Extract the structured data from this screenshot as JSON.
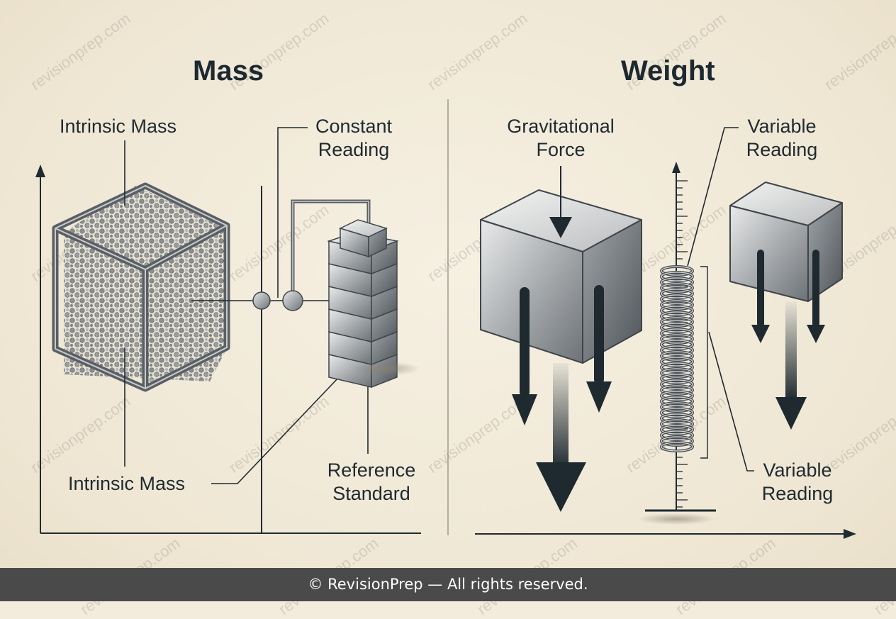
{
  "mass_panel": {
    "title": "Mass",
    "label_intrinsic_top": "Intrinsic Mass",
    "label_constant": [
      "Constant",
      "Reading"
    ],
    "label_intrinsic_bottom": "Intrinsic Mass",
    "label_reference": [
      "Reference",
      "Standard"
    ]
  },
  "weight_panel": {
    "title": "Weight",
    "label_gravitational": [
      "Gravitational",
      "Force"
    ],
    "label_variable_top": [
      "Variable",
      "Reading"
    ],
    "label_variable_bottom": [
      "Variable",
      "Reading"
    ]
  },
  "watermark": "revisionprep.com",
  "footer": {
    "text": "© RevisionPrep — All rights reserved."
  },
  "colors": {
    "background": "#f3ecdc",
    "ink": "#1f2a30",
    "footer_bg": "#4a4a4a"
  }
}
